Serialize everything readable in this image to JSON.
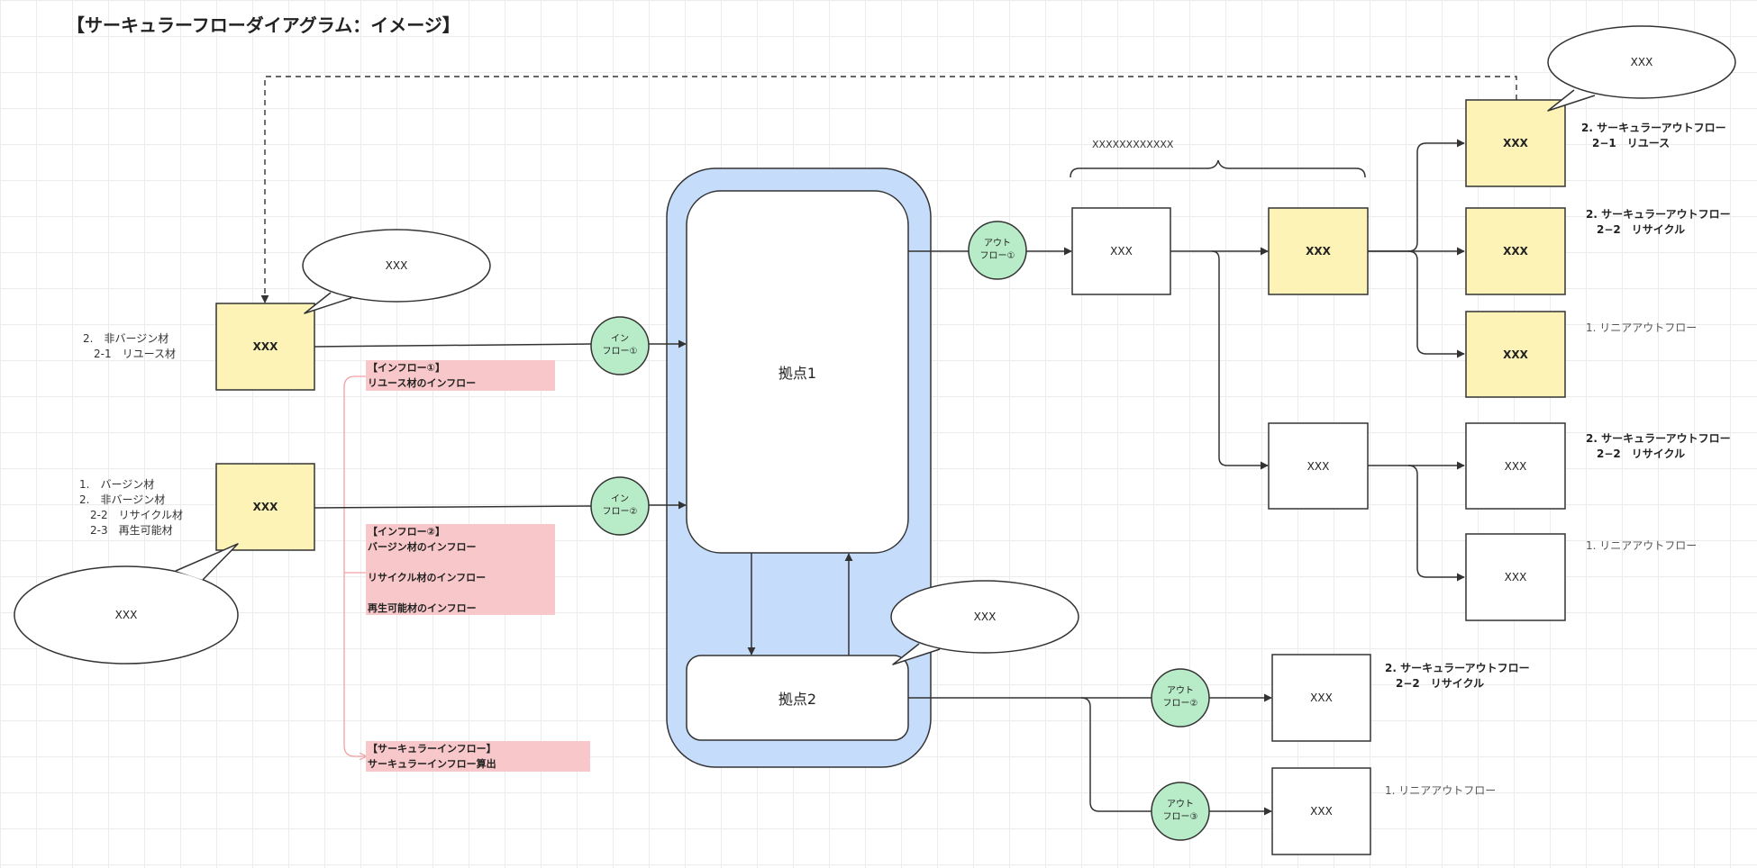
{
  "title": "【サーキュラーフローダイアグラム：イメージ】",
  "boxes": {
    "yellow_in1": "XXX",
    "yellow_in2": "XXX",
    "out1": "XXX",
    "mid_yellow": "XXX",
    "mid_white": "XXX",
    "right_y1": "XXX",
    "right_y2": "XXX",
    "right_y3": "XXX",
    "right_w1": "XXX",
    "right_w2": "XXX",
    "bottom1": "XXX",
    "bottom2": "XXX"
  },
  "hubs": {
    "hub1": "拠点1",
    "hub2": "拠点2"
  },
  "circles": {
    "inflow1": "イン\nフロー①",
    "inflow2": "イン\nフロー②",
    "outflow1": "アウト\nフロー①",
    "outflow2": "アウト\nフロー②",
    "outflow3": "アウト\nフロー③"
  },
  "bubbles": {
    "top_right": "XXX",
    "upper_left": "XXX",
    "lower_left": "XXX",
    "center": "XXX"
  },
  "labels": {
    "left1": "2.　非バージン材\n　2-1　リユース材",
    "left2": "1.　バージン材\n2.　非バージン材\n　2-2　リサイクル材\n　2-3　再生可能材",
    "brace": "XXXXXXXXXXXX",
    "r1": "2. サーキュラーアウトフロー\n　2−1　リユース",
    "r2": "2. サーキュラーアウトフロー\n　2−2　リサイクル",
    "r3": "1. リニアアウトフロー",
    "r4": "2. サーキュラーアウトフロー\n　2−2　リサイクル",
    "r5": "1. リニアアウトフロー",
    "b1": "2. サーキュラーアウトフロー\n　2−2　リサイクル",
    "b2": "1. リニアアウトフロー"
  },
  "pink_notes": {
    "inflow1_note": "【インフロー①】\nリユース材のインフロー",
    "inflow2_note": "【インフロー②】\nバージン材のインフロー\n\nリサイクル材のインフロー\n\n再生可能材のインフロー",
    "circular_note": "【サーキュラーインフロー】\nサーキュラーインフロー算出"
  },
  "colors": {
    "yellow": "#fdf3b6",
    "green": "#b8ebc7",
    "blue_container": "#c6dcfb",
    "pink": "#f8c7c9",
    "pink_line": "#f3a1a4",
    "stroke": "#333333"
  }
}
